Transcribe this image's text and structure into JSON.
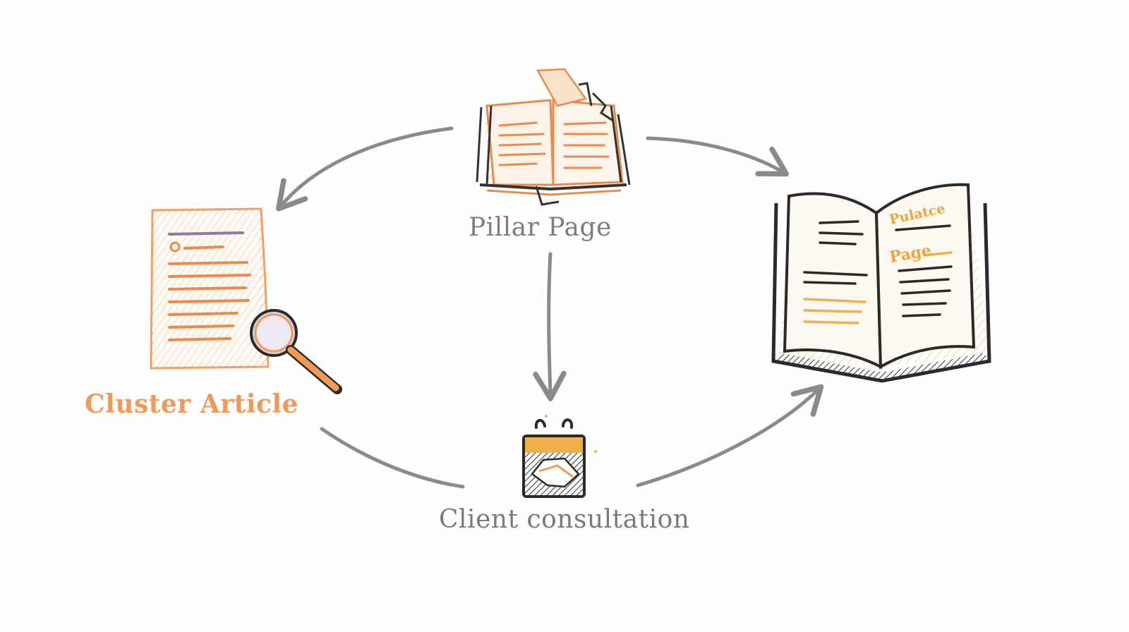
{
  "nodes": {
    "pillar_page": {
      "label": "Pillar Page",
      "icon": "open-book-stack-icon"
    },
    "cluster_article": {
      "label": "Cluster Article",
      "icon": "document-magnifier-icon"
    },
    "client_consultation": {
      "label": "Client consultation",
      "icon": "handshake-briefcase-icon"
    },
    "open_book": {
      "icon": "open-book-icon",
      "page_text_line1": "Pulatce",
      "page_text_line2": "Page"
    }
  },
  "edges": [
    {
      "from": "pillar_page",
      "to": "cluster_article"
    },
    {
      "from": "pillar_page",
      "to": "open_book"
    },
    {
      "from": "pillar_page",
      "to": "client_consultation"
    },
    {
      "from": "cluster_article",
      "to": "client_consultation"
    },
    {
      "from": "client_consultation",
      "to": "open_book"
    }
  ],
  "colors": {
    "accent_orange": "#f29a55",
    "arrow_gray": "#8a8a8a",
    "ink_dark": "#2b2b2b",
    "highlight_yellow": "#f2c15e"
  }
}
